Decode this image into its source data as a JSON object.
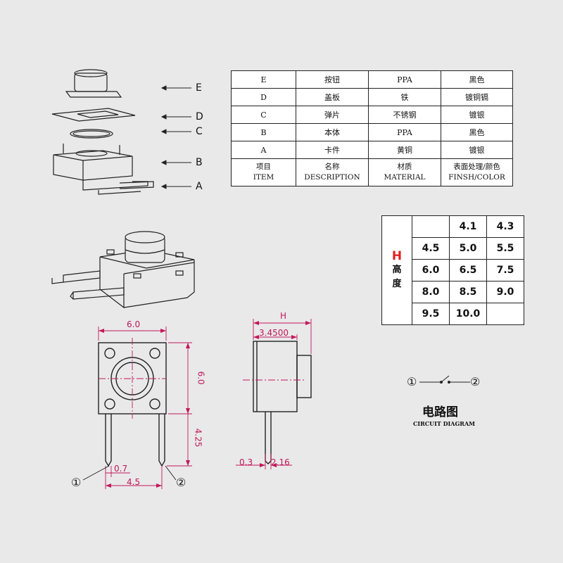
{
  "callouts": [
    "E",
    "D",
    "C",
    "B",
    "A"
  ],
  "parts_table": {
    "rows": [
      [
        "E",
        "按钮",
        "PPA",
        "黑色"
      ],
      [
        "D",
        "盖板",
        "铁",
        "镀铜镉"
      ],
      [
        "C",
        "弹片",
        "不锈钢",
        "镀银"
      ],
      [
        "B",
        "本体",
        "PPA",
        "黑色"
      ],
      [
        "A",
        "卡件",
        "黄铜",
        "镀银"
      ]
    ],
    "header_cn": [
      "项目",
      "名称",
      "材质",
      "表面处理/颜色"
    ],
    "header_en": [
      "ITEM",
      "DESCRIPTION",
      "MATERIAL",
      "FINSH/COLOR"
    ]
  },
  "height_table": {
    "h_letter": "H",
    "h_cn_1": "高",
    "h_cn_2": "度",
    "rows": [
      [
        "",
        "4.1",
        "4.3"
      ],
      [
        "4.5",
        "5.0",
        "5.5"
      ],
      [
        "6.0",
        "6.5",
        "7.5"
      ],
      [
        "8.0",
        "8.5",
        "9.0"
      ],
      [
        "9.5",
        "10.0",
        ""
      ]
    ]
  },
  "dimensions": {
    "width_top": "6.0",
    "height_side": "6.0",
    "pin_length": "4.25",
    "pin_width": "0.7",
    "pin_spacing": "4.5",
    "side_h": "H",
    "side_depth": "3.4500",
    "side_pin": "0.3",
    "side_offset": "2.16"
  },
  "pins": {
    "pin1": "①",
    "pin2": "②"
  },
  "circuit": {
    "title_cn": "电路图",
    "title_en": "CIRCUIT DIAGRAM",
    "pin1": "①",
    "pin2": "②"
  },
  "colors": {
    "dimension": "#c2185b",
    "h_label": "#e02020",
    "line": "#222222"
  }
}
